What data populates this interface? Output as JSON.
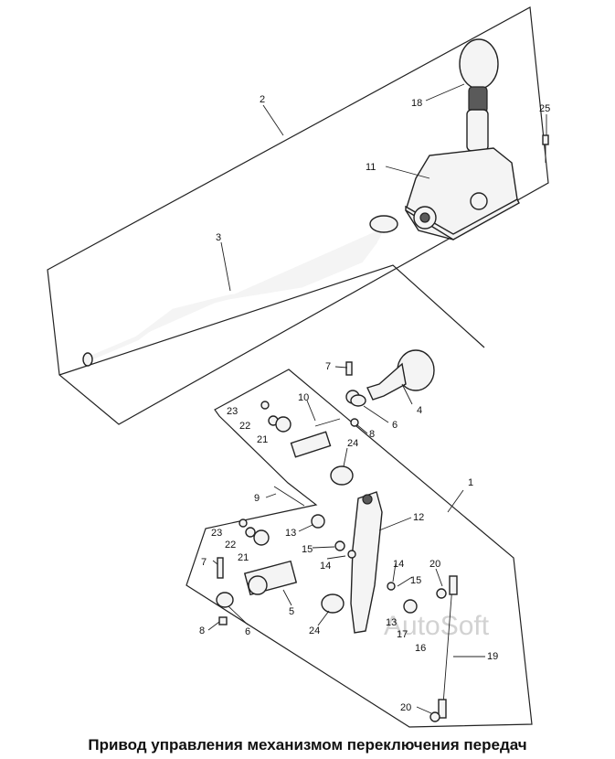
{
  "caption": "Привод управления механизмом переключения передач",
  "watermark": "AutoSoft",
  "callouts": [
    "1",
    "2",
    "3",
    "4",
    "5",
    "6",
    "6",
    "7",
    "7",
    "8",
    "8",
    "9",
    "10",
    "11",
    "12",
    "13",
    "13",
    "14",
    "14",
    "15",
    "15",
    "16",
    "17",
    "18",
    "19",
    "20",
    "20",
    "21",
    "21",
    "22",
    "22",
    "23",
    "23",
    "24",
    "24",
    "25"
  ]
}
